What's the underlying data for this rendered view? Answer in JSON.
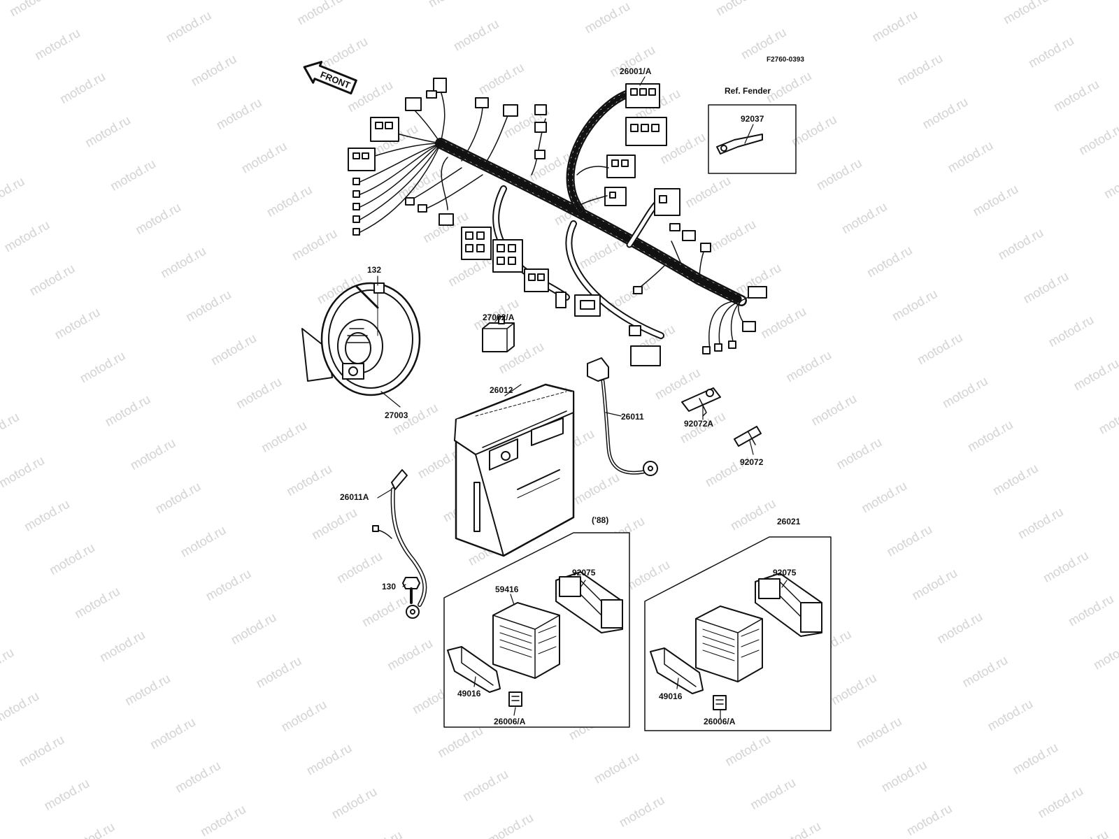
{
  "figure_code": "F2760-0393",
  "front_arrow_text": "FRONT",
  "watermark_text": "motod.ru",
  "colors": {
    "ink": "#111111",
    "background": "#ffffff",
    "watermark": "#d2d2d2"
  },
  "ref_fender_box": {
    "title": "Ref. Fender",
    "part": "92037"
  },
  "parts": {
    "harness": "26001/A",
    "bolt_horn": "132",
    "relay": "27002/A",
    "horn": "27003",
    "battery": "26012",
    "lead_plus": "26011",
    "clamp_a": "92072A",
    "clamp": "92072",
    "lead_minus": "26011A",
    "bolt_ground": "130"
  },
  "box_88": {
    "title": "('88)",
    "cover": "92075",
    "fuse_box": "59416",
    "bracket": "49016",
    "fuse": "26006/A"
  },
  "box_26021": {
    "title": "26021",
    "cover": "92075",
    "bracket": "49016",
    "fuse": "26006/A"
  }
}
